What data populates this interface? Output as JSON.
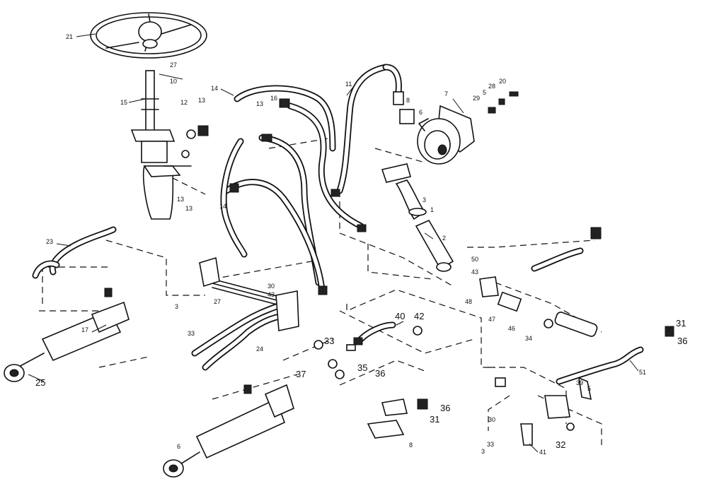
{
  "labels": [
    "21",
    "27",
    "10",
    "14",
    "15",
    "12",
    "13",
    "16",
    "13",
    "11",
    "8",
    "6",
    "7",
    "29",
    "5",
    "28",
    "20",
    "13",
    "3",
    "1",
    "2",
    "13",
    "14",
    "23",
    "30",
    "43",
    "27",
    "3",
    "17",
    "33",
    "24",
    "25",
    "6",
    "40",
    "42",
    "33",
    "37",
    "35",
    "36",
    "36",
    "31",
    "8",
    "50",
    "43",
    "48",
    "47",
    "46",
    "34",
    "31",
    "36",
    "51",
    "39",
    "5",
    "30",
    "41",
    "32",
    "33",
    "3"
  ]
}
